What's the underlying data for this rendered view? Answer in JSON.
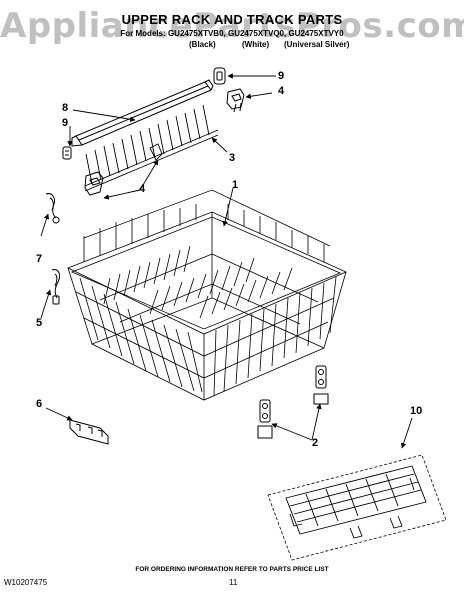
{
  "watermark": "AppliancePartsPros.com",
  "header": {
    "title": "UPPER RACK AND TRACK PARTS",
    "models_line": "For Models: GU2475XTVB0, GU2475XTVQ0, GU2475XTVY0",
    "colors": [
      "(Black)",
      "(White)",
      "(Universal Silver)"
    ]
  },
  "callouts": [
    "9",
    "4",
    "8",
    "9",
    "3",
    "4",
    "1",
    "7",
    "5",
    "6",
    "2",
    "10"
  ],
  "footer": {
    "note": "FOR ORDERING INFORMATION REFER TO PARTS PRICE LIST",
    "doc_number": "W10207475",
    "page_number": "11"
  }
}
